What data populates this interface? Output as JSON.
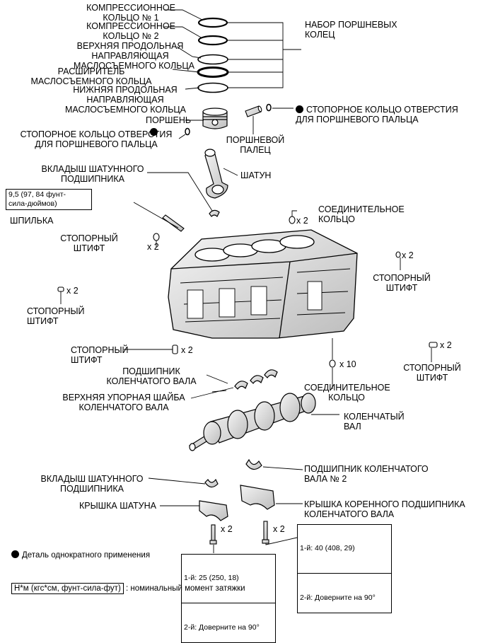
{
  "labels": {
    "compression_ring_1": "КОМПРЕССИОННОЕ\nКОЛЬЦО № 1",
    "compression_ring_2": "КОМПРЕССИОННОЕ\nКОЛЬЦО № 2",
    "upper_side_rail": "ВЕРХНЯЯ ПРОДОЛЬНАЯ\nНАПРАВЛЯЮЩАЯ\nМАСЛОСЪЕМНОГО КОЛЬЦА",
    "expander": "РАСШИРИТЕЛЬ\nМАСЛОСЪЕМНОГО КОЛЬЦА",
    "lower_side_rail": "НИЖНЯЯ ПРОДОЛЬНАЯ\nНАПРАВЛЯЮЩАЯ\nМАСЛОСЪЕМНОГО КОЛЬЦА",
    "piston_ring_set": "НАБОР ПОРШНЕВЫХ\nКОЛЕЦ",
    "piston": "ПОРШЕНЬ",
    "snap_ring_right": "СТОПОРНОЕ КОЛЬЦО ОТВЕРСТИЯ\nДЛЯ ПОРШНЕВОГО ПАЛЬЦА",
    "snap_ring_left": "СТОПОРНОЕ КОЛЬЦО ОТВЕРСТИЯ\nДЛЯ ПОРШНЕВОГО ПАЛЬЦА",
    "piston_pin": "ПОРШНЕВОЙ\nПАЛЕЦ",
    "conrod_bearing_upper": "ВКЛАДЫШ ШАТУННОГО\nПОДШИПНИКА",
    "connecting_rod": "ШАТУН",
    "stud": "ШПИЛЬКА",
    "ring_pin_top": "СОЕДИНИТЕЛЬНОЕ\nКОЛЬЦО",
    "straight_pin_1": "СТОПОРНЫЙ\nШТИФТ",
    "straight_pin_right": "СТОПОРНЫЙ\nШТИФТ",
    "straight_pin_left": "СТОПОРНЫЙ\nШТИФТ",
    "straight_pin_bottom": "СТОПОРНЫЙ\nШТИФТ",
    "straight_pin_far_right": "СТОПОРНЫЙ\nШТИФТ",
    "crank_bearing": "ПОДШИПНИК\nКОЛЕНЧАТОГО ВАЛА",
    "thrust_washer": "ВЕРХНЯЯ УПОРНАЯ ШАЙБА\nКОЛЕНЧАТОГО ВАЛА",
    "ring_pin_bottom": "СОЕДИНИТЕЛЬНОЕ\nКОЛЬЦО",
    "crankshaft": "КОЛЕНЧАТЫЙ\nВАЛ",
    "conrod_bearing_lower": "ВКЛАДЫШ ШАТУННОГО\nПОДШИПНИКА",
    "crank_bearing_2": "ПОДШИПНИК КОЛЕНЧАТОГО\nВАЛА № 2",
    "conrod_cap": "КРЫШКА ШАТУНА",
    "main_bearing_cap": "КРЫШКА КОРЕННОГО ПОДШИПНИКА\nКОЛЕНЧАТОГО ВАЛА"
  },
  "quantities": {
    "ring_pin_top": "x 2",
    "straight_pin_1": "x 2",
    "straight_pin_right": "x 2",
    "straight_pin_left": "x 2",
    "straight_pin_bottom": "x 2",
    "straight_pin_far_right": "x 2",
    "ring_pin_bottom": "x 10",
    "conrod_bolt": "x 2",
    "main_bolt": "x 2"
  },
  "torque": {
    "stud": "9,5 (97, 84 фунт-\nсила-дюймов)",
    "conrod_step1": "1-й: 25 (250, 18)",
    "conrod_step2": "2-й: Доверните на 90°",
    "main_step1": "1-й: 40 (408, 29)",
    "main_step2": "2-й: Доверните на 90°"
  },
  "legend": {
    "non_reusable": "Деталь однократного применения",
    "torque_unit_box": "Н*м (кгс*см, фунт-сила-фут)",
    "torque_unit_note": ": номинальный момент затяжки"
  },
  "colors": {
    "ink": "#000000",
    "paper": "#ffffff",
    "shade": "#d9d9d9"
  }
}
